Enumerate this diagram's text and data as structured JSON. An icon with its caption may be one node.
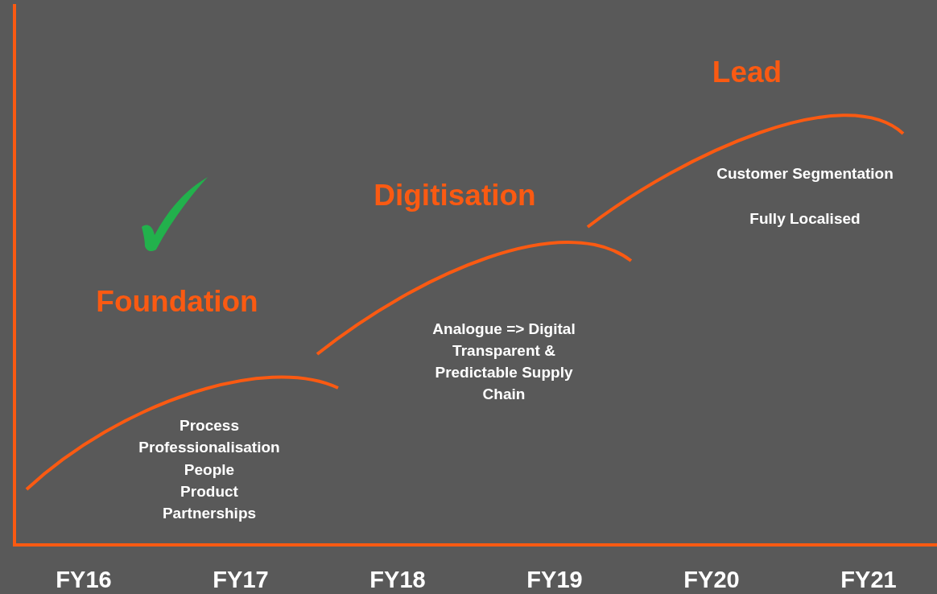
{
  "diagram": {
    "labels": [
      "Lead",
      "Customer Segmentation",
      "Fully Localised",
      "Digitisation",
      "Foundation",
      "Analogue => Digital",
      "Transparent & Predictable Supply Chain",
      "Process",
      "Professionalisation",
      "People",
      "Product",
      "Partnerships",
      "FY16",
      "FY17",
      "FY18",
      "FY19",
      "FY20",
      "FY21"
    ]
  }
}
